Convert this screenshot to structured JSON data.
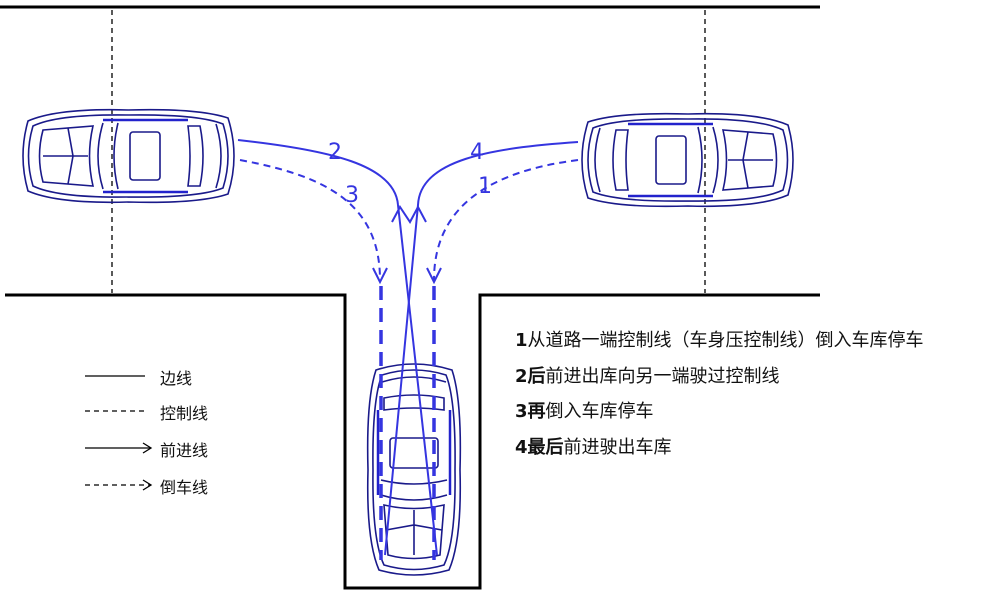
{
  "colors": {
    "path": "#3535e0",
    "road": "#000000",
    "car": "#1a1a8a"
  },
  "path_labels": [
    "1",
    "2",
    "3",
    "4"
  ],
  "legend": [
    {
      "style": "solid",
      "label": "边线"
    },
    {
      "style": "dashed",
      "label": "控制线"
    },
    {
      "style": "solid-arrow",
      "label": "前进线"
    },
    {
      "style": "dashed-arrow",
      "label": "倒车线"
    }
  ],
  "steps": [
    {
      "num": "1",
      "bold": "",
      "text": "从道路一端控制线（车身压控制线）倒入车库停车"
    },
    {
      "num": "2",
      "bold": "后",
      "text": "前进出库向另一端驶过控制线"
    },
    {
      "num": "3",
      "bold": "再",
      "text": "倒入车库停车"
    },
    {
      "num": "4",
      "bold": "最后",
      "text": "前进驶出车库"
    }
  ]
}
